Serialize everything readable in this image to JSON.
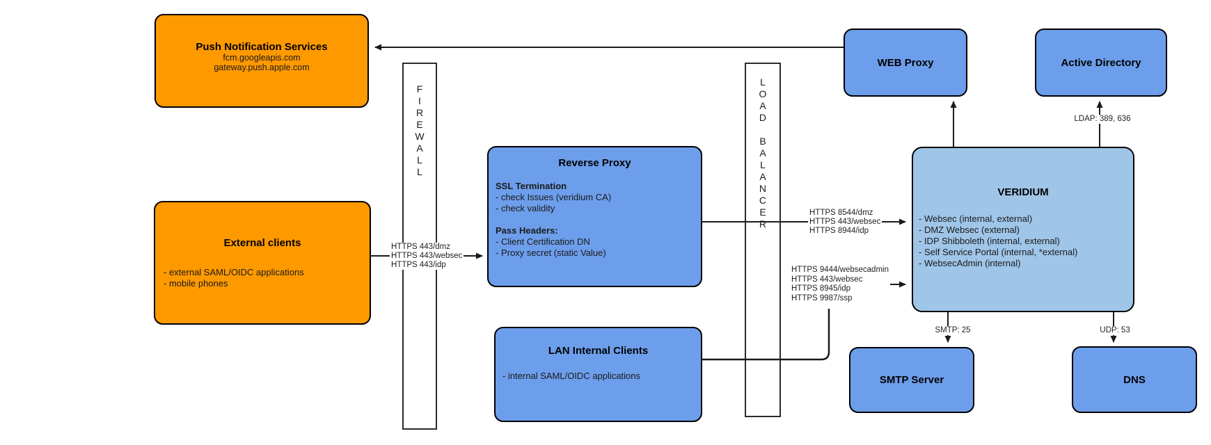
{
  "diagram": {
    "boxes": {
      "push_notification": {
        "title": "Push Notification Services",
        "lines": [
          "fcm.googleapis.com",
          "gateway.push.apple.com"
        ]
      },
      "external_clients": {
        "title": "External clients",
        "items": [
          "- external SAML/OIDC applications",
          "- mobile phones"
        ]
      },
      "firewall": {
        "label": "F\nI\nR\nE\nW\nA\nL\nL"
      },
      "load_balancer": {
        "label": "L\nO\nA\nD\n\nB\nA\nL\nA\nN\nC\nE\nR"
      },
      "reverse_proxy": {
        "title": "Reverse Proxy",
        "section1_heading": "SSL Termination",
        "section1_items": [
          "- check Issues (veridium CA)",
          "- check validity"
        ],
        "section2_heading": "Pass Headers:",
        "section2_items": [
          "- Client Certification DN",
          "- Proxy secret (static Value)"
        ]
      },
      "lan_internal": {
        "title": "LAN Internal Clients",
        "items": [
          "- internal SAML/OIDC applications"
        ]
      },
      "web_proxy": {
        "title": "WEB Proxy"
      },
      "active_directory": {
        "title": "Active Directory"
      },
      "veridium": {
        "title": "VERIDIUM",
        "items": [
          "- Websec (internal, external)",
          "- DMZ Websec (external)",
          "- IDP Shibboleth (internal, external)",
          "- Self Service Portal (internal, *external)",
          "- WebsecAdmin (internal)"
        ]
      },
      "smtp_server": {
        "title": "SMTP Server"
      },
      "dns": {
        "title": "DNS"
      }
    },
    "edge_labels": {
      "ext_to_rp": [
        "HTTPS 443/dmz",
        "HTTPS 443/websec",
        "HTTPS 443/idp"
      ],
      "rp_to_veridium": [
        "HTTPS 8544/dmz",
        "HTTPS 443/websec",
        "HTTPS 8944/idp"
      ],
      "lan_to_veridium": [
        "HTTPS 9444/websecadmin",
        "HTTPS 443/websec",
        "HTTPS 8945/idp",
        "HTTPS 9987/ssp"
      ],
      "ldap": "LDAP: 389, 636",
      "smtp": "SMTP: 25",
      "udp": "UDP: 53"
    },
    "colors": {
      "node_orange": "#FF9900",
      "node_blue": "#6D9EEB",
      "node_light_blue": "#9FC5E8",
      "border": "#000000",
      "line": "#1a1a1a"
    }
  }
}
